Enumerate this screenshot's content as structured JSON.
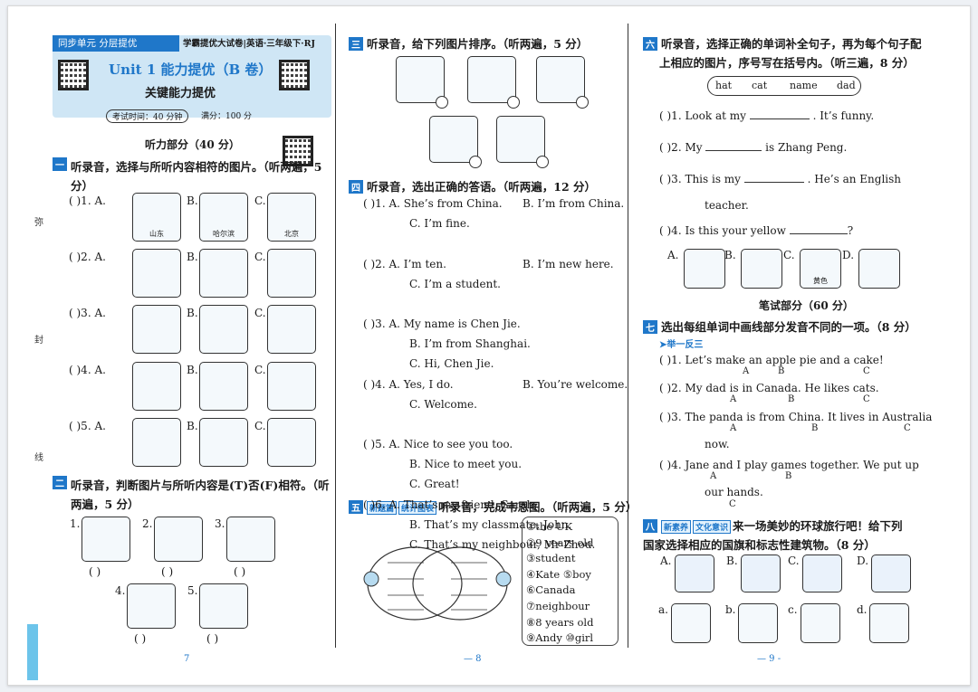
{
  "header": {
    "top_label": "同步单元 分层提优",
    "series": "学霸提优大试卷|英语·三年级下·RJ",
    "unit_title": "Unit 1 能力提优（B 卷）",
    "subtitle": "关键能力提优",
    "exam_time": "考试时间：40 分钟",
    "full_score": "满分：100 分",
    "listening_heading": "听力部分（40 分）",
    "writing_heading": "笔试部分（60 分）"
  },
  "binding_chars": [
    "弥",
    "封",
    "线"
  ],
  "colors": {
    "accent": "#1f77c9",
    "band": "#cfe6f5",
    "strip": "#6cc4ea"
  },
  "page_numbers": [
    "7",
    "— 8",
    "— 9 -"
  ],
  "sections": {
    "s1": {
      "num": "一",
      "title": "听录音，选择与所听内容相符的图片。（听两遍，5 分）",
      "items": [
        "(    )1. A.",
        "(    )2. A.",
        "(    )3. A.",
        "(    )4. A.",
        "(    )5. A."
      ],
      "captions": [
        "山东",
        "哈尔滨",
        "北京"
      ]
    },
    "s2": {
      "num": "二",
      "title": "听录音，判断图片与所听内容是(T)否(F)相符。（听两遍，5 分）",
      "nums": [
        "1.",
        "2.",
        "3.",
        "4.",
        "5."
      ],
      "paren": "(      )"
    },
    "s3": {
      "num": "三",
      "title": "听录音，给下列图片排序。（听两遍，5 分）"
    },
    "s4": {
      "num": "四",
      "title": "听录音，选出正确的答语。（听两遍，12 分）",
      "items": [
        {
          "q": "(    )1. A. She’s from China.",
          "b": "B. I’m from China.",
          "c": "C. I’m fine."
        },
        {
          "q": "(    )2. A. I’m ten.",
          "b": "B. I’m new here.",
          "c": "C. I’m a student."
        },
        {
          "q": "(    )3. A. My name is Chen Jie.",
          "b": "B. I’m from Shanghai.",
          "c": "C. Hi, Chen Jie."
        },
        {
          "q": "(    )4. A. Yes, I do.",
          "b": "B. You’re welcome.",
          "c": "C. Welcome."
        },
        {
          "q": "(    )5. A. Nice to see you too.",
          "b": "B. Nice to meet you.",
          "c": "C. Great!"
        },
        {
          "q": "(    )6. A. That’s my friend, Sarah.",
          "b": "B. That’s my classmate, John.",
          "c": "C. That’s my neighbour, Mr Zhou."
        }
      ]
    },
    "s5": {
      "num": "五",
      "tags": [
        "新题篇",
        "统计图表"
      ],
      "title": "听录音，完成韦恩图。（听两遍，5 分）",
      "options": [
        "①the UK",
        "②9 years old",
        "③student",
        "④Kate   ⑤boy",
        "⑥Canada",
        "⑦neighbour",
        "⑧8 years old",
        "⑨Andy   ⑩girl"
      ]
    },
    "s6": {
      "num": "六",
      "title": "听录音，选择正确的单词补全句子，再为每个句子配",
      "title2": "上相应的图片，序号写在括号内。（听三遍，8 分）",
      "words": [
        "hat",
        "cat",
        "name",
        "dad"
      ],
      "items": [
        {
          "pre": "(      )1. Look at my",
          "post": ". It’s funny."
        },
        {
          "pre": "(      )2. My",
          "post": "is Zhang Peng."
        },
        {
          "pre": "(      )3. This is my",
          "post": ". He’s an English"
        },
        {
          "pre": "teacher.",
          "post": ""
        },
        {
          "pre": "(      )4. Is this your yellow",
          "post": "?"
        }
      ],
      "letters": [
        "A.",
        "B.",
        "C.",
        "D."
      ],
      "cap_c": "黄色"
    },
    "s7": {
      "num": "七",
      "title": "选出每组单词中画线部分发音不同的一项。（8 分）",
      "sub": "举一反三",
      "items": [
        {
          "t": "(      )1. Let’s make an apple pie and a cake!",
          "a": "A",
          "b": "B",
          "c": "C"
        },
        {
          "t": "(      )2. My dad is in Canada. He likes cats.",
          "a": "A",
          "b": "B",
          "c": "C"
        },
        {
          "t": "(      )3. The panda is from China. It lives in Australia",
          "a": "A",
          "b": "B",
          "c": "C",
          "more": "now."
        },
        {
          "t": "(      )4. Jane and I play games together. We put up",
          "a": "A",
          "b": "B",
          "c": "C",
          "more": "our hands."
        }
      ]
    },
    "s8": {
      "num": "八",
      "tags": [
        "新素养",
        "文化意识"
      ],
      "title": "来一场美妙的环球旅行吧！给下列",
      "title2": "国家选择相应的国旗和标志性建筑物。（8 分）",
      "letters": [
        "A.",
        "B.",
        "C.",
        "D."
      ],
      "small": [
        "a.",
        "b.",
        "c.",
        "d."
      ]
    }
  }
}
